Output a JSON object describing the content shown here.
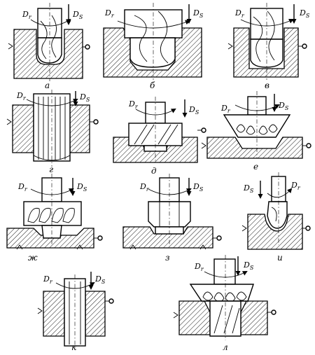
{
  "labels": {
    "rotation": "D",
    "rotation_sub": "r",
    "feed": "D",
    "feed_sub": "S"
  },
  "panels": [
    {
      "id": "a",
      "caption": "а"
    },
    {
      "id": "b",
      "caption": "б"
    },
    {
      "id": "v",
      "caption": "в"
    },
    {
      "id": "g",
      "caption": "г"
    },
    {
      "id": "d",
      "caption": "д"
    },
    {
      "id": "e",
      "caption": "е"
    },
    {
      "id": "zh",
      "caption": "ж"
    },
    {
      "id": "z",
      "caption": "з"
    },
    {
      "id": "i",
      "caption": "и"
    },
    {
      "id": "k",
      "caption": "к"
    },
    {
      "id": "l",
      "caption": "л"
    }
  ]
}
